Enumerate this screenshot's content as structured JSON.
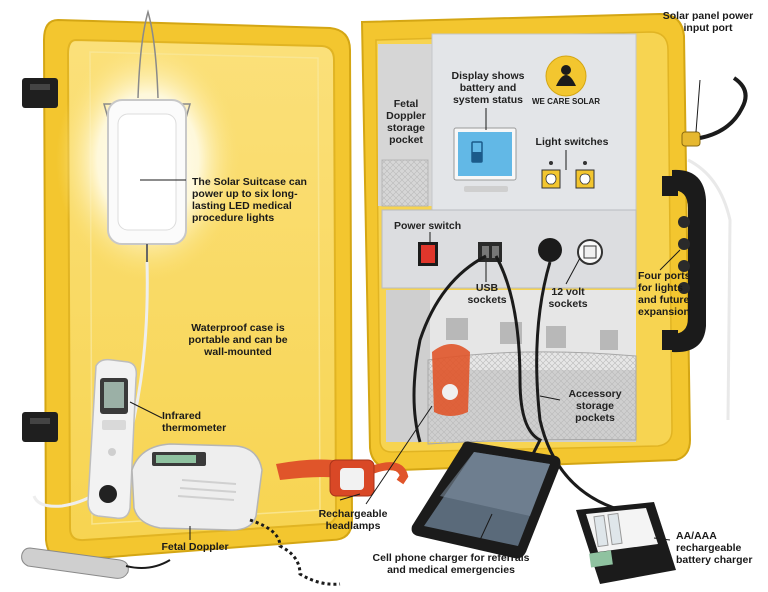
{
  "labels": {
    "solar_input": "Solar panel power input port",
    "display": "Display shows battery and system status",
    "fetal_doppler_pocket": "Fetal Doppler storage pocket",
    "light_switches": "Light switches",
    "lights": "The Solar Suitcase can power up to six long-lasting LED medical procedure lights",
    "power_switch": "Power switch",
    "usb": "USB sockets",
    "twelve_volt": "12 volt sockets",
    "four_ports": "Four ports for lights and future expansion",
    "waterproof": "Waterproof case is portable and can be wall-mounted",
    "thermometer": "Infrared thermometer",
    "accessory": "Accessory storage pockets",
    "headlamps": "Rechargeable headlamps",
    "fetal_doppler": "Fetal Doppler",
    "phone_charger": "Cell phone charger for referrals and medical emergencies",
    "battery_charger": "AA/AAA rechargeable battery charger"
  },
  "logo_text": "WE CARE SOLAR",
  "colors": {
    "case_yellow": "#f6cf3a",
    "case_light": "#fbe27a",
    "panel_gray": "#e3e5e8",
    "screen_blue": "#62b8e6",
    "switch_red": "#e0362b",
    "handle_black": "#1b1b1b",
    "headlamp_orange": "#e0552a"
  }
}
